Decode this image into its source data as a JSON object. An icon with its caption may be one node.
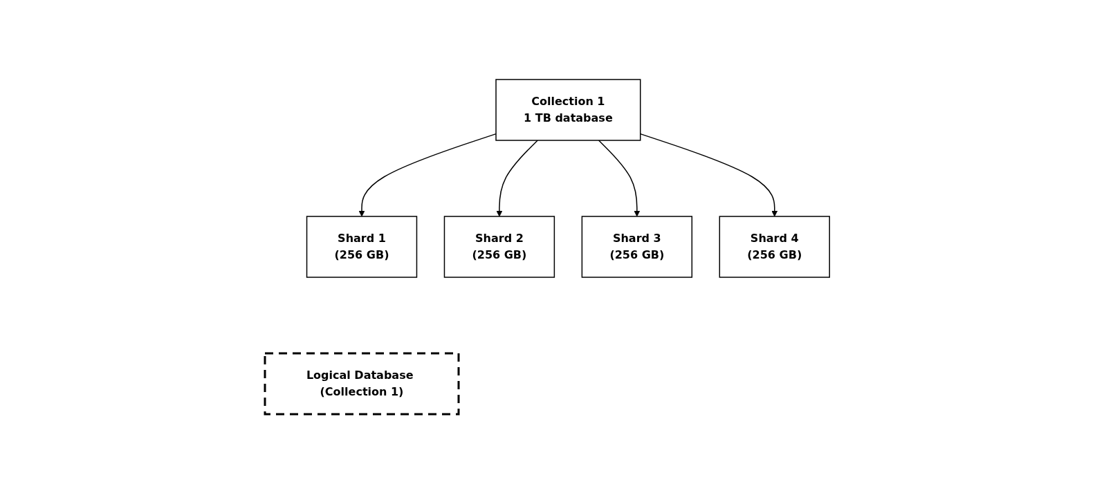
{
  "diagram": {
    "nodes": [
      {
        "text": [
          "Collection 1",
          "1 TB database"
        ]
      },
      {
        "text": [
          "Shard 1",
          "(256 GB)"
        ]
      },
      {
        "text": [
          "Shard 2",
          "(256 GB)"
        ]
      },
      {
        "text": [
          "Shard 3",
          "(256 GB)"
        ]
      },
      {
        "text": [
          "Shard 4",
          "(256 GB)"
        ]
      },
      {
        "text": [
          "Logical Database (Collection 1)"
        ]
      }
    ],
    "edges": [
      {
        "from": 0,
        "to": 1,
        "arrow": "to"
      },
      {
        "from": 0,
        "to": 2,
        "arrow": "to"
      },
      {
        "from": 0,
        "to": 3,
        "arrow": "to"
      },
      {
        "from": 0,
        "to": 4,
        "arrow": "to"
      }
    ]
  }
}
